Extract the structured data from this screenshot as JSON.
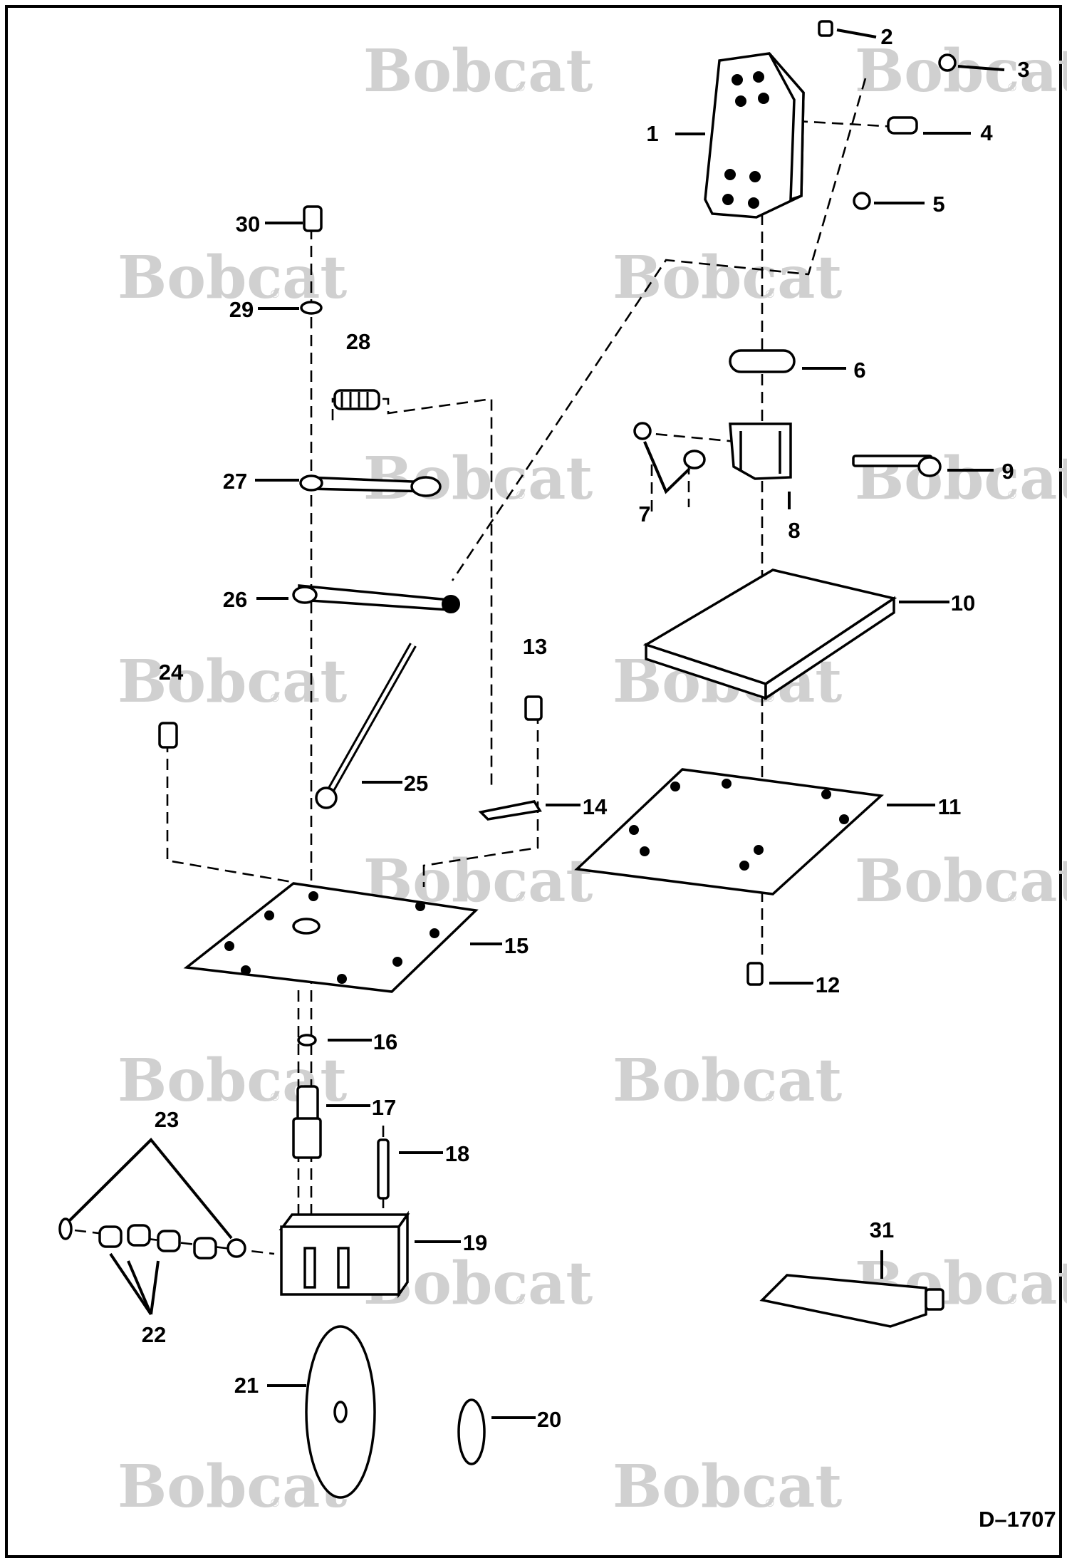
{
  "drawing": {
    "id": "D–1707",
    "watermark": "Bobcat",
    "watermark_mark": "®",
    "part_labels": [
      "1",
      "2",
      "3",
      "4",
      "5",
      "6",
      "7",
      "8",
      "9",
      "10",
      "11",
      "12",
      "13",
      "14",
      "15",
      "16",
      "17",
      "18",
      "19",
      "20",
      "21",
      "22",
      "23",
      "24",
      "25",
      "26",
      "27",
      "28",
      "29",
      "30",
      "31"
    ]
  }
}
